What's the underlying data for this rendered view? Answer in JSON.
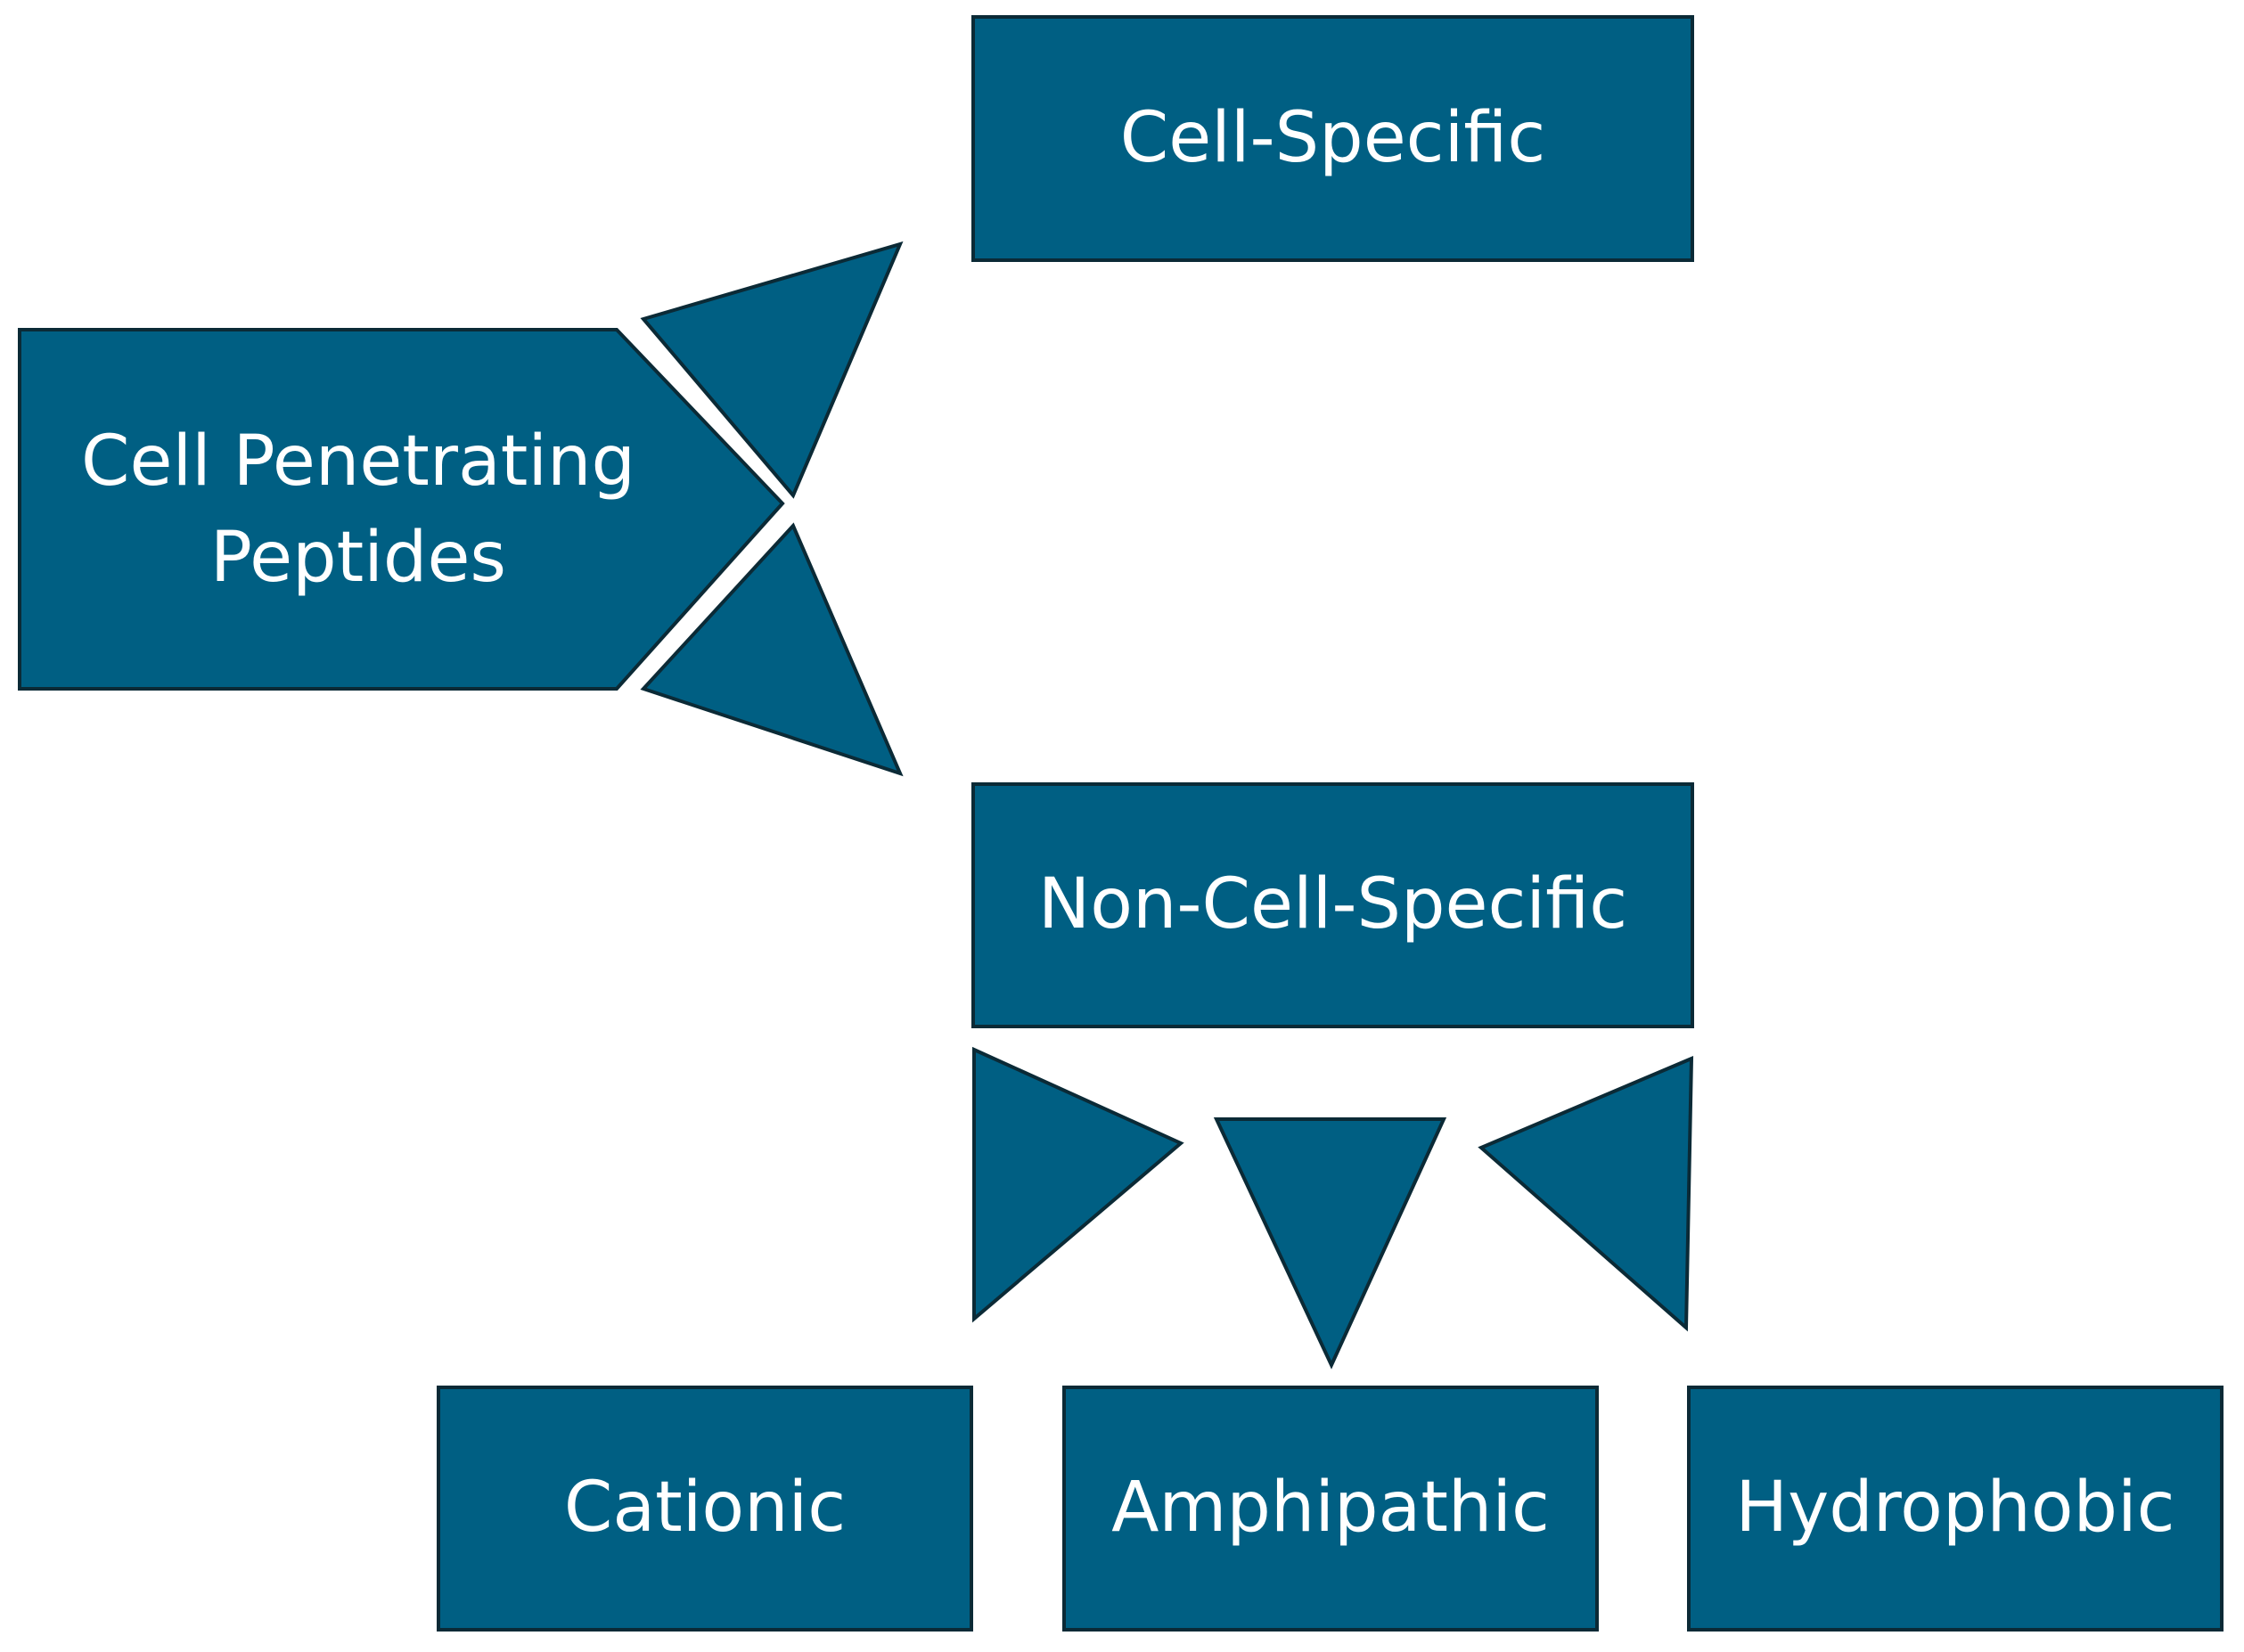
{
  "colors": {
    "fill": "#005f83",
    "stroke": "#0b2a36",
    "text": "#ffffff",
    "background": "#ffffff"
  },
  "nodes": {
    "root": {
      "line1": "Cell Penetrating",
      "line2": "Peptides"
    },
    "cell_specific": "Cell-Specific",
    "non_cell_specific": "Non-Cell-Specific",
    "cationic": "Cationic",
    "amphipathic": "Amphipathic",
    "hydrophobic": "Hydrophobic"
  }
}
